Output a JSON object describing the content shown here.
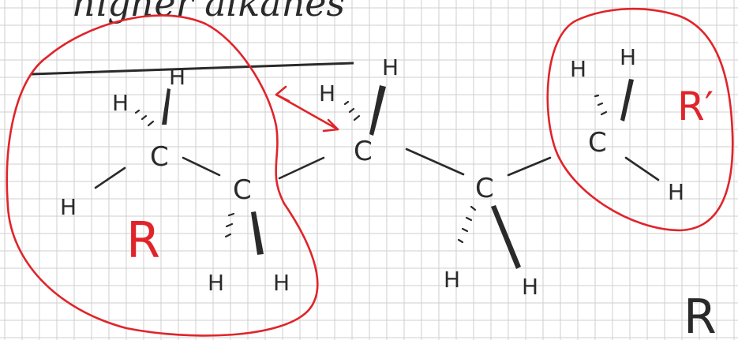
{
  "title": "higher alkanes",
  "groups": {
    "left": "R",
    "right": "R′",
    "corner": "R"
  },
  "atoms": {
    "c1": "C",
    "c2": "C",
    "c3": "C",
    "c4": "C",
    "c5": "C",
    "h_left": "H",
    "h1_hash": "H",
    "h1_wedge": "H",
    "h2_hash": "H",
    "h2_wedge": "H",
    "h3_hash": "H",
    "h3_wedge": "H",
    "h4_hash": "H",
    "h4_wedge": "H",
    "h5_hash": "H",
    "h5_wedge": "H",
    "h_right": "H"
  },
  "colors": {
    "ink": "#2a2a2a",
    "annotation": "#e0242a",
    "grid": "#c9c9c9"
  }
}
